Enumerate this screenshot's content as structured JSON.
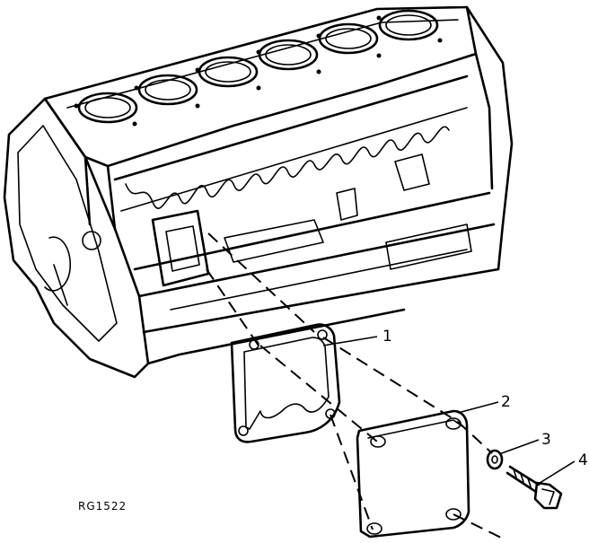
{
  "figure_code": "RG1522",
  "callouts": [
    {
      "number": "1",
      "part": "gasket"
    },
    {
      "number": "2",
      "part": "cover-plate"
    },
    {
      "number": "3",
      "part": "washer"
    },
    {
      "number": "4",
      "part": "cap-screw"
    }
  ]
}
